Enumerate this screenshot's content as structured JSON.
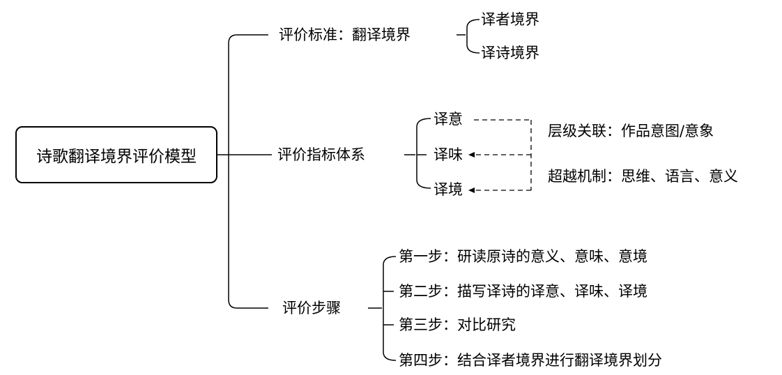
{
  "root": "诗歌翻译境界评价模型",
  "branches": {
    "standard": {
      "label": "评价标准：翻译境界",
      "children": [
        "译者境界",
        "译诗境界"
      ]
    },
    "indicators": {
      "label": "评价指标体系",
      "children": [
        "译意",
        "译味",
        "译境"
      ],
      "notes": [
        "层级关联：作品意图/意象",
        "超越机制：思维、语言、意义"
      ]
    },
    "steps": {
      "label": "评价步骤",
      "children": [
        "第一步：研读原诗的意义、意味、意境",
        "第二步：描写译诗的译意、译味、译境",
        "第三步：对比研究",
        "第四步：结合译者境界进行翻译境界划分"
      ]
    }
  }
}
